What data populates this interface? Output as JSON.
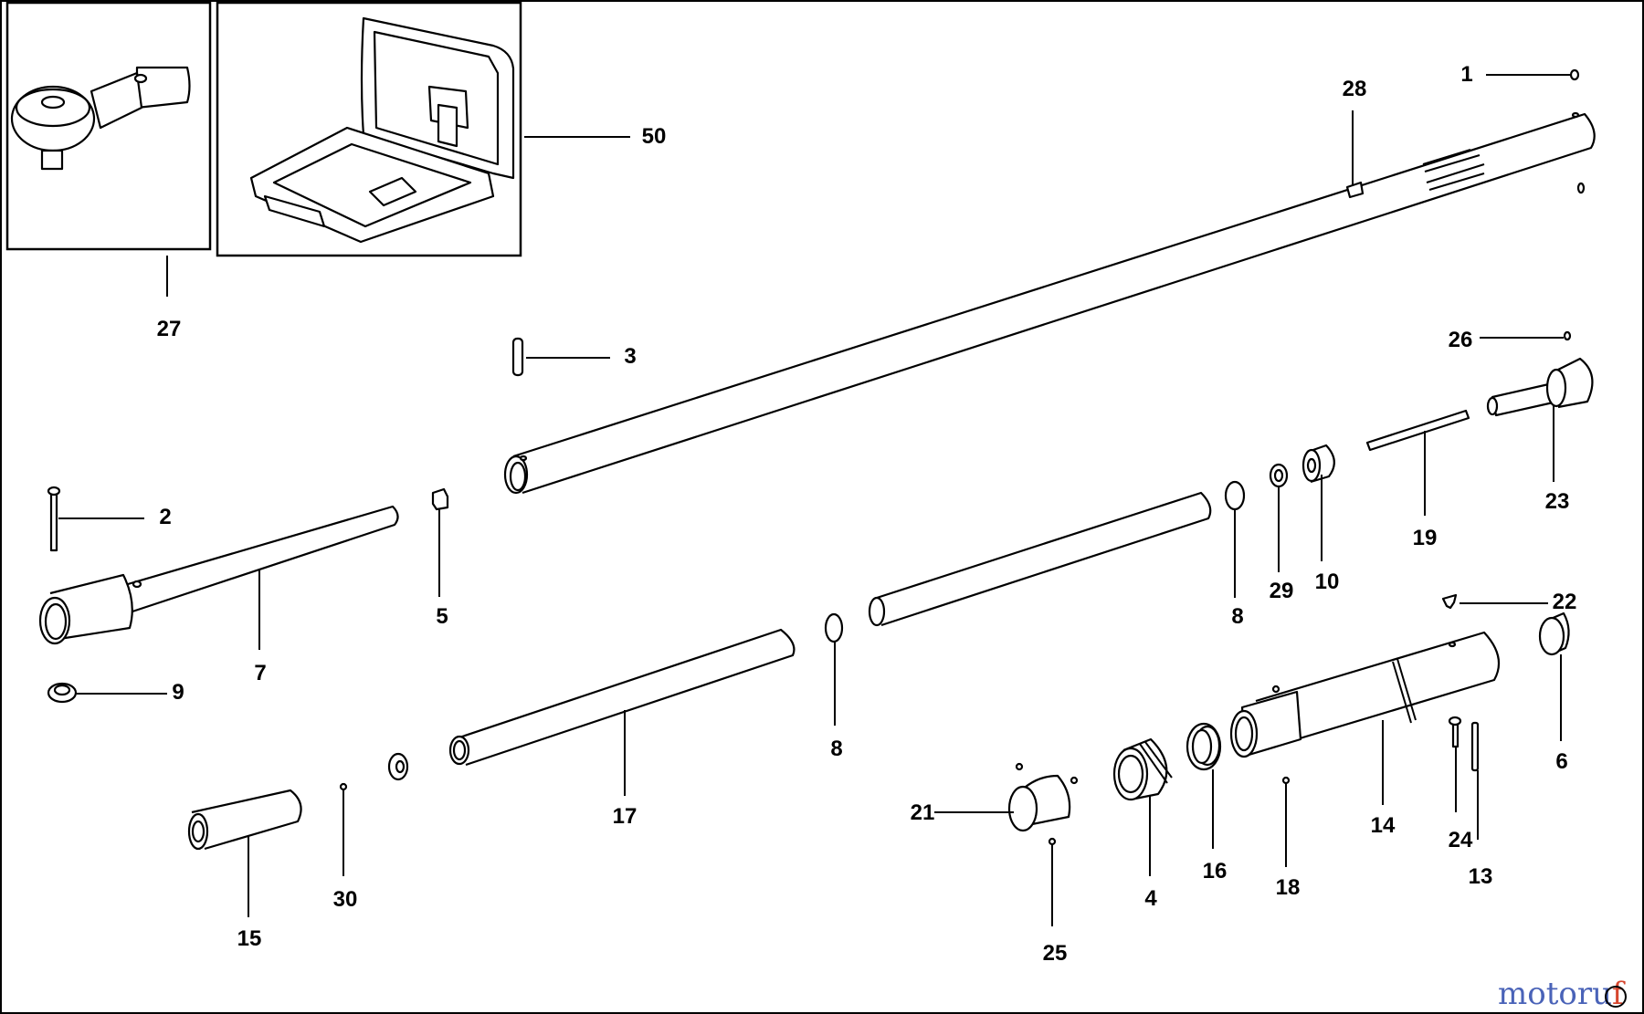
{
  "labels": {
    "p1": "1",
    "p2": "2",
    "p3": "3",
    "p4": "4",
    "p5": "5",
    "p6": "6",
    "p7": "7",
    "p8a": "8",
    "p8b": "8",
    "p9": "9",
    "p10": "10",
    "p13": "13",
    "p14": "14",
    "p15": "15",
    "p16": "16",
    "p17": "17",
    "p18": "18",
    "p19": "19",
    "p21": "21",
    "p22": "22",
    "p23": "23",
    "p24": "24",
    "p25": "25",
    "p26": "26",
    "p27": "27",
    "p28": "28",
    "p29": "29",
    "p30": "30",
    "p50": "50"
  },
  "watermark": {
    "moto": "motoru",
    "tail": "f",
    "colors": {
      "moto": "#4a63b8",
      "tail": "#d6462e"
    }
  }
}
